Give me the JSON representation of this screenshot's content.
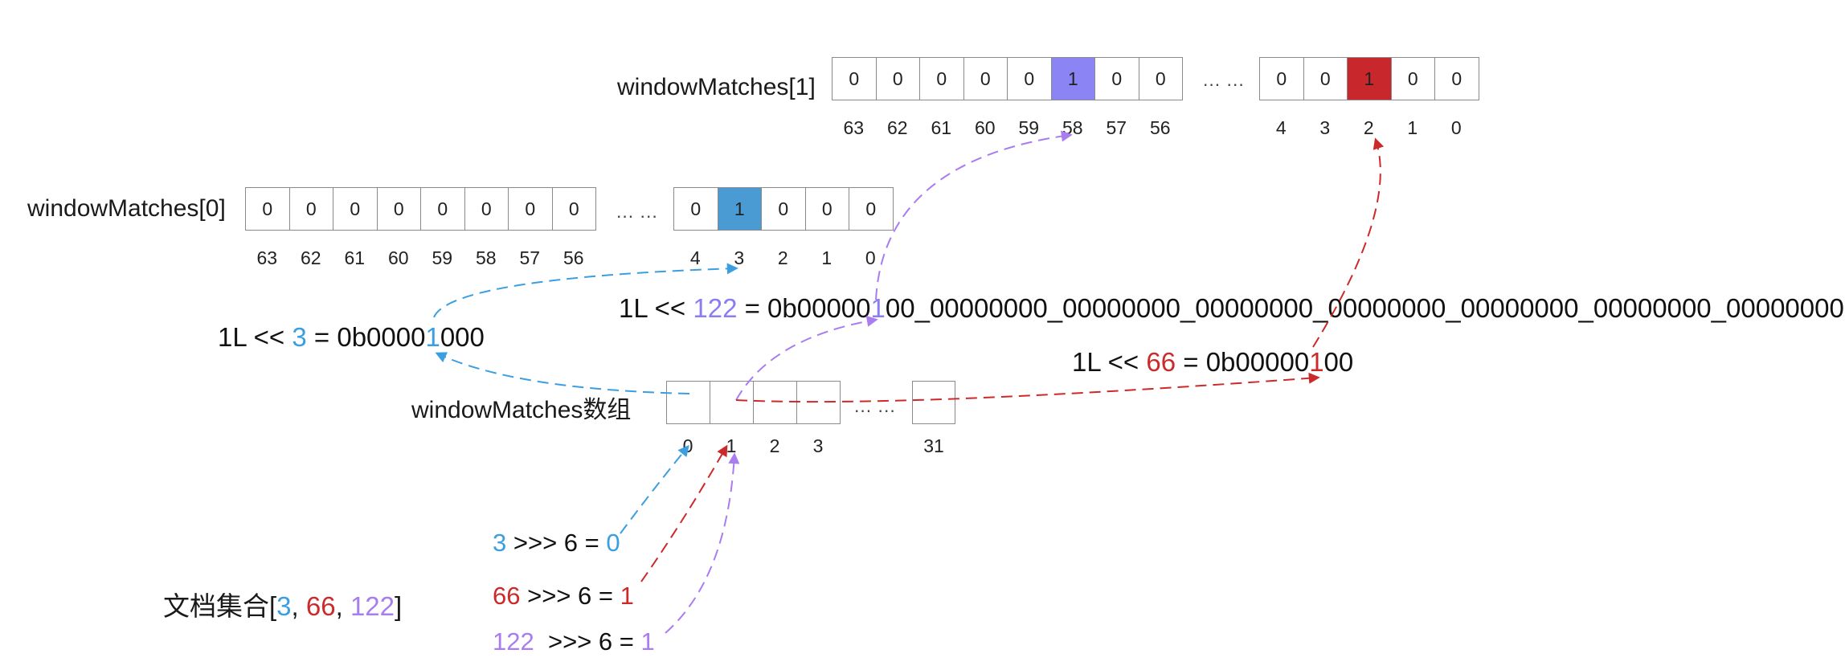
{
  "colors": {
    "blue": "#3a9ee0",
    "red": "#cc2a2a",
    "purple": "#a97cf0",
    "periwinkle": "#8a7cf4",
    "border": "#8a8a8a"
  },
  "window1": {
    "label": "windowMatches[1]",
    "high_bits": [
      "0",
      "0",
      "0",
      "0",
      "0",
      "1",
      "0",
      "0"
    ],
    "high_indices": [
      "63",
      "62",
      "61",
      "60",
      "59",
      "58",
      "57",
      "56"
    ],
    "low_bits": [
      "0",
      "0",
      "1",
      "0",
      "0"
    ],
    "low_indices": [
      "4",
      "3",
      "2",
      "1",
      "0"
    ],
    "ellipsis": "... ..."
  },
  "window0": {
    "label": "windowMatches[0]",
    "high_bits": [
      "0",
      "0",
      "0",
      "0",
      "0",
      "0",
      "0",
      "0"
    ],
    "high_indices": [
      "63",
      "62",
      "61",
      "60",
      "59",
      "58",
      "57",
      "56"
    ],
    "low_bits": [
      "0",
      "1",
      "0",
      "0",
      "0"
    ],
    "low_indices": [
      "4",
      "3",
      "2",
      "1",
      "0"
    ],
    "ellipsis": "... ..."
  },
  "shift3": {
    "left": "1L << ",
    "num": "3",
    "mid": " = 0b0000",
    "bit": "1",
    "rest": "000"
  },
  "shift122": {
    "left": "1L << ",
    "num": "122",
    "mid": " = 0b00000",
    "bit": "1",
    "rest": "00_00000000_00000000_00000000_00000000_00000000_00000000_00000000"
  },
  "shift66": {
    "left": "1L << ",
    "num": "66",
    "mid": " = 0b00000",
    "bit": "1",
    "rest": "00"
  },
  "array": {
    "label": "windowMatches数组",
    "indices": [
      "0",
      "1",
      "2",
      "3"
    ],
    "last_index": "31",
    "ellipsis": "... ..."
  },
  "calc3": {
    "a": "3",
    "op": " >>> 6 = ",
    "r": "0"
  },
  "calc66": {
    "a": "66",
    "op": " >>> 6 = ",
    "r": "1"
  },
  "calc122": {
    "a": "122",
    "op": "  >>> 6 = ",
    "r": "1"
  },
  "docset": {
    "prefix": "文档集合[",
    "a": "3",
    "sep1": ", ",
    "b": "66",
    "sep2": ", ",
    "c": "122",
    "suffix": "]"
  }
}
